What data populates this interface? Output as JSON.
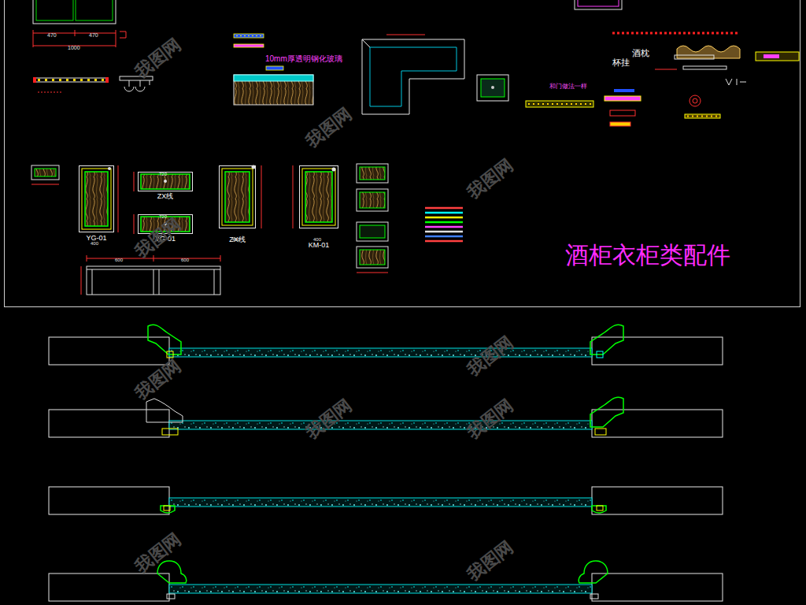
{
  "diagram": {
    "nodes": [
      {
        "text": [
          "酒柜衣柜类配件"
        ]
      },
      {
        "text": [
          "YG-01"
        ],
        "in": 0
      },
      {
        "text": [
          "ZX线"
        ],
        "in": 0
      },
      {
        "text": [
          "YG-01"
        ],
        "in": 0
      },
      {
        "text": [
          "ZX线"
        ],
        "in": 0
      },
      {
        "text": [
          "KM-01"
        ],
        "in": 0
      }
    ],
    "labels": [
      "470",
      "470",
      "1000",
      "10mm厚透明钢化玻璃",
      "酒枕",
      "杯挂",
      "和门做法一样",
      "720",
      "720",
      "400",
      "400",
      "400",
      "600",
      "600",
      "我图网",
      "我图网",
      "我图网",
      "我图网",
      "我图网",
      "我图网",
      "我图网",
      "我图网",
      "我图网",
      "我图网"
    ]
  }
}
